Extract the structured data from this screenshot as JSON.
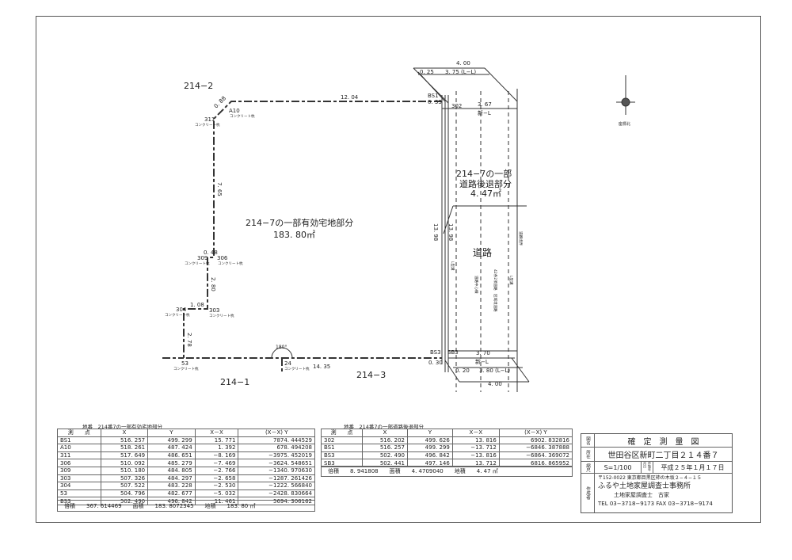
{
  "drawing": {
    "parcels": {
      "north": "214−2",
      "southwest": "214−1",
      "southeast": "214−3"
    },
    "main_area": {
      "label": "214−7の一部有効宅地部分",
      "area": "183. 80㎡"
    },
    "setback_area": {
      "label1": "214−7の一部",
      "label2": "道路後退部分",
      "area": "4. 47㎡"
    },
    "road_label": "道路",
    "road_notes": {
      "center": "道路中心線",
      "designation": "42条2項道路　区域境道路",
      "l_left": "L型溝",
      "l_right": "L型溝",
      "boundary": "道路境界"
    },
    "north_label": "座標北",
    "points": {
      "A10": "A10",
      "311": "311",
      "309": "309",
      "306": "306",
      "303": "303",
      "304": "304",
      "53": "53",
      "24": "24",
      "BS1": "BS1",
      "BS3": "BS3",
      "302": "302",
      "SB3": "SB3"
    },
    "marker": "コンクリート杭",
    "dims": {
      "top": "12. 04",
      "diag": "0. 88",
      "left_long": "7. 65",
      "jog_top": "0. 48",
      "mid": "2. 80",
      "jog": "1. 08",
      "low": "2. 78",
      "bottom": "14. 35",
      "angle": "180°",
      "east_outer": "13. 98",
      "east_inner": "13. 98",
      "bs1_off": "0. 33",
      "bs3_off": "0. 30",
      "road_top_total": "4. 00",
      "road_top_a": "0. 25",
      "road_top_b": "3. 75 (L−L)",
      "road_top_c": "3. 67",
      "road_top_d": "新−L",
      "road_bot_total": "4. 00",
      "road_bot_a": "0. 20",
      "road_bot_b": "3. 80 (L−L)",
      "road_bot_c": "3. 70",
      "road_bot_d": "新−L",
      "new": "新"
    }
  },
  "table1": {
    "caption": "地番　214番7の一部有効宅地部分",
    "headers": [
      "測　　点",
      "X",
      "Y",
      "X－X",
      "(X－X) Y"
    ],
    "rows": [
      [
        "BS1",
        "516. 257",
        "499. 299",
        "15. 771",
        "7874. 444529"
      ],
      [
        "A10",
        "518. 261",
        "487. 424",
        "1. 392",
        "678. 494208"
      ],
      [
        "311",
        "517. 649",
        "486. 651",
        "−8. 169",
        "−3975. 452019"
      ],
      [
        "306",
        "510. 092",
        "485. 279",
        "−7. 469",
        "−3624. 548651"
      ],
      [
        "309",
        "510. 180",
        "484. 805",
        "−2. 766",
        "−1340. 970630"
      ],
      [
        "303",
        "507. 326",
        "484. 297",
        "−2. 658",
        "−1287. 261426"
      ],
      [
        "304",
        "507. 522",
        "483. 228",
        "−2. 530",
        "−1222. 566840"
      ],
      [
        "53",
        "504. 796",
        "482. 677",
        "−5. 032",
        "−2428. 830664"
      ],
      [
        "BS3",
        "502. 490",
        "496. 842",
        "11. 461",
        "5694. 306162"
      ]
    ],
    "footer": {
      "l1": "倍積",
      "v1": "367. 614469",
      "l2": "面積",
      "v2": "183. 8072345",
      "l3": "地積",
      "v3": "183. 80 ㎡"
    }
  },
  "table2": {
    "caption": "地番　214番7の一部道路後退部分",
    "headers": [
      "測　　点",
      "X",
      "Y",
      "X－X",
      "(X－X) Y"
    ],
    "rows": [
      [
        "302",
        "516. 202",
        "499. 626",
        "13. 816",
        "6902. 832816"
      ],
      [
        "BS1",
        "516. 257",
        "499. 299",
        "−13. 712",
        "−6846. 387888"
      ],
      [
        "BS3",
        "502. 490",
        "496. 842",
        "−13. 816",
        "−6864. 369072"
      ],
      [
        "SB3",
        "502. 441",
        "497. 146",
        "13. 712",
        "6816. 865952"
      ]
    ],
    "footer": {
      "l1": "倍積",
      "v1": "8. 941808",
      "l2": "面積",
      "v2": "4. 4709040",
      "l3": "地積",
      "v3": "4. 47 ㎡"
    }
  },
  "titleblock": {
    "name_label": "図名",
    "name": "確　定　測　量　図",
    "location_label": "所在",
    "location": "世田谷区新町二丁目２１４番７",
    "scale_label": "縮尺",
    "scale": "S=1/100",
    "date_label": "作製年月日",
    "date": "平成２５年１月１７日",
    "author_label": "作成者",
    "address": "〒152-0022  東京都目黒区柿の木坂２−４−１５",
    "office": "ふるや土地家屋調査士事務所",
    "person": "土地家屋調査士　古家",
    "tel": "TEL  03−3718−9173  FAX  03−3718−9174"
  }
}
